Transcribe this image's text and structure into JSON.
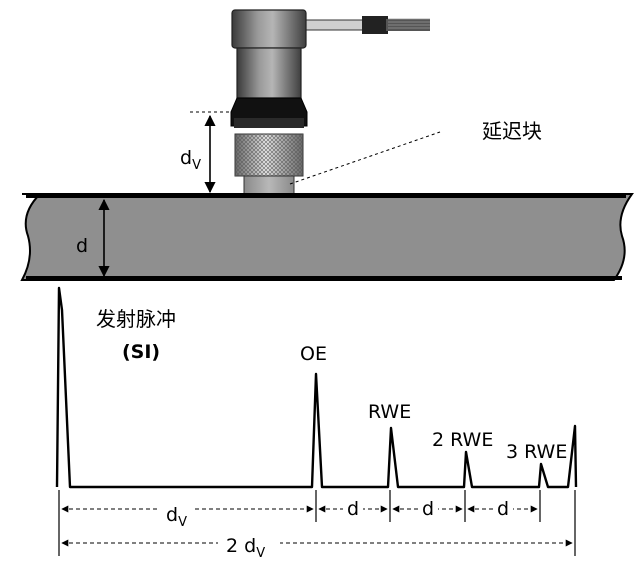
{
  "labels": {
    "dv_main": "d",
    "dv_sub": "V",
    "delay_block": "延迟块",
    "thickness": "d",
    "pulse_cn": "发射脉冲",
    "pulse_si": "(SI)",
    "oe": "OE",
    "rwe1": "RWE",
    "rwe2": "2 RWE",
    "rwe3": "3 RWE",
    "dim_dv_main": "d",
    "dim_dv_sub": "V",
    "dim_d1": "d",
    "dim_d2": "d",
    "dim_d3": "d",
    "dim_2dv_main": "2 d",
    "dim_2dv_sub": "V"
  }
}
